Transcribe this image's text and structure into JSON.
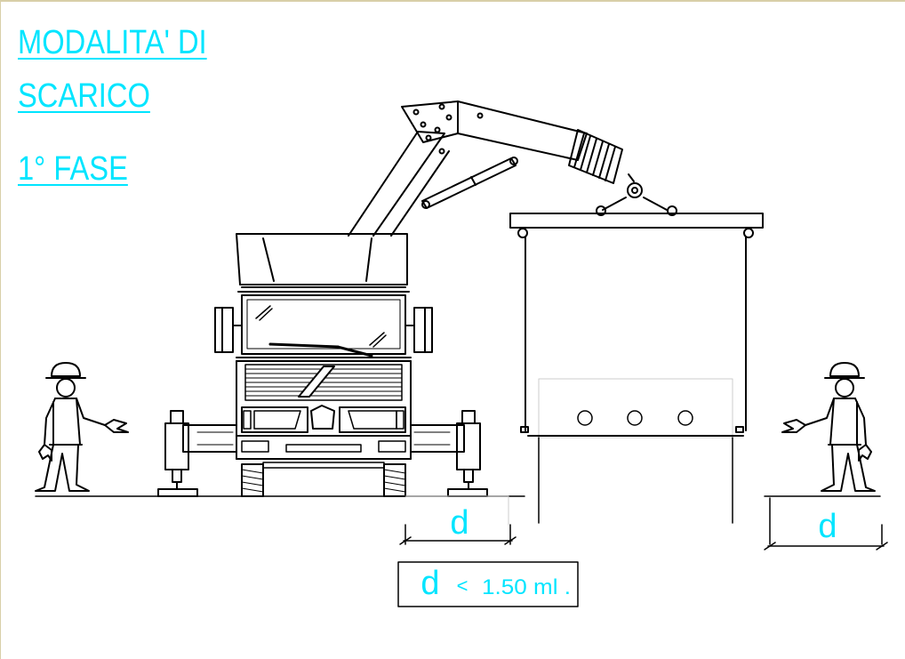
{
  "title_lines": [
    "MODALITA' DI",
    "SCARICO",
    "1° FASE"
  ],
  "dim_label_left": "d",
  "dim_label_right": "d",
  "note": {
    "symbol": "d",
    "operator": "<",
    "value": "1.50 ml ."
  },
  "colors": {
    "accent": "#00e5ff",
    "line": "#000000",
    "border": "#d8cfa8"
  }
}
